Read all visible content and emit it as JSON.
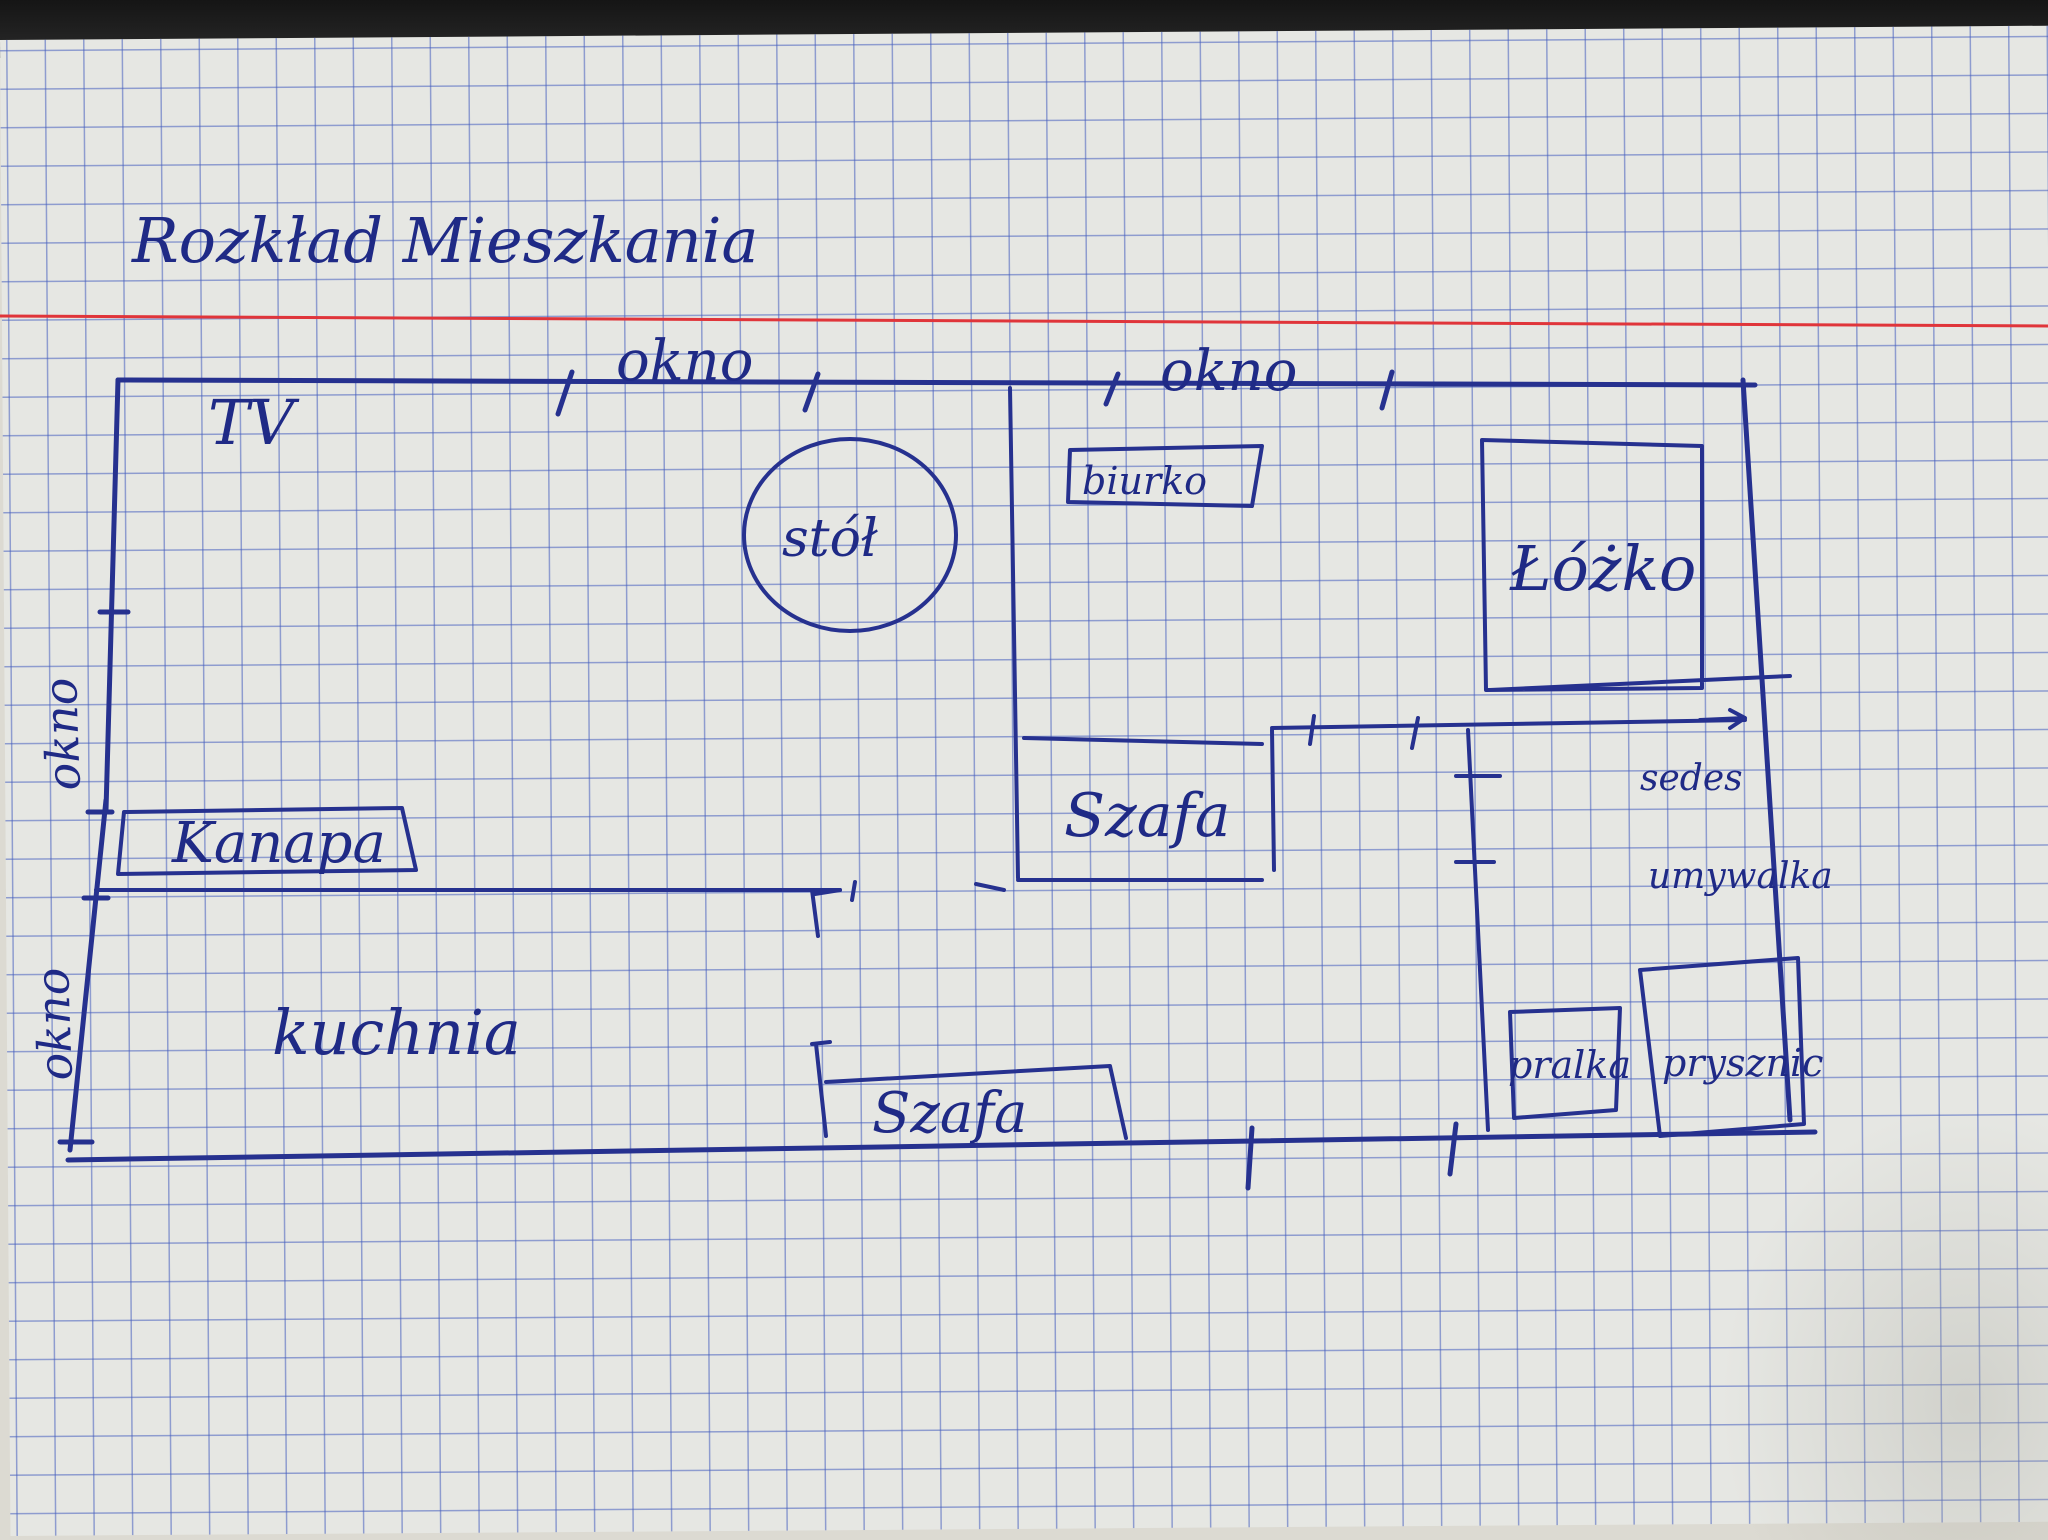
{
  "title": "Rozkład Mieszkania",
  "labels": {
    "tv": "TV",
    "window_top_left": "okno",
    "window_top_right": "okno",
    "window_left_upper": "okno",
    "window_left_lower": "okno",
    "table": "stół",
    "desk": "biurko",
    "bed": "Łóżko",
    "sofa": "Kanapa",
    "wardrobe_bedroom": "Szafa",
    "wardrobe_kitchen": "Szafa",
    "kitchen": "kuchnia",
    "toilet": "sedes",
    "sink": "umywalka",
    "washer": "pralka",
    "shower": "prysznic"
  },
  "colors": {
    "ink": "#26318f",
    "grid": "#465fbe",
    "margin_line": "#e0353a",
    "paper": "#e6e7e3"
  }
}
